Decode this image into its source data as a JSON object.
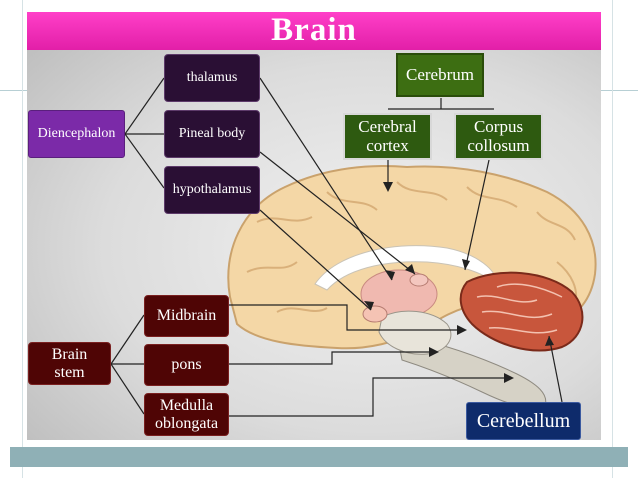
{
  "slide": {
    "title": "Brain"
  },
  "labels": {
    "diencephalon": "Diencephalon",
    "thalamus": "thalamus",
    "pineal_body": "Pineal body",
    "hypothalamus": "hypothalamus",
    "cerebrum": "Cerebrum",
    "cerebral_cortex_line1": "Cerebral",
    "cerebral_cortex_line2": "cortex",
    "corpus_collosum_line1": "Corpus",
    "corpus_collosum_line2": "collosum",
    "brain_stem_line1": "Brain",
    "brain_stem_line2": "stem",
    "midbrain": "Midbrain",
    "pons": "pons",
    "medulla_line1": "Medulla",
    "medulla_line2": "oblongata",
    "cerebellum": "Cerebellum"
  },
  "colors": {
    "title_bar": "#e21fa8",
    "dark_purple_box": "#2a0f34",
    "purple_box": "#7b2aa8",
    "green_box": "#3d6e12",
    "maroon_box": "#4f0505",
    "navy_box": "#0e2b6b",
    "connector": "#222222"
  }
}
